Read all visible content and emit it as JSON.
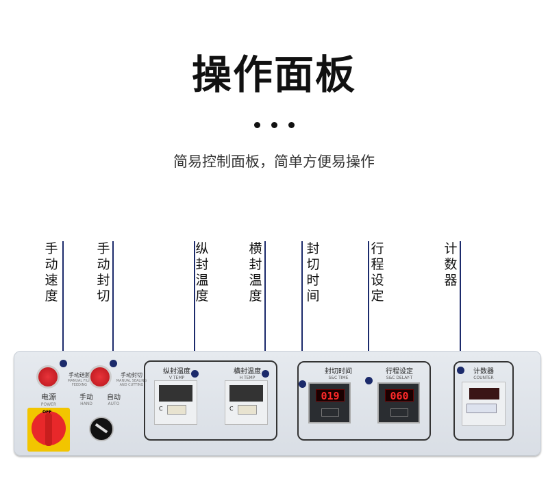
{
  "title": "操作面板",
  "subtitle": "简易控制面板，简单方便易操作",
  "callouts": [
    "手动速度",
    "手动封切",
    "纵封温度",
    "横封温度",
    "封切时间",
    "行程设定",
    "计数器"
  ],
  "panel": {
    "power": {
      "cn": "电源",
      "en": "POWER"
    },
    "btn1": {
      "cn": "手动送膜",
      "en": "MANUAL FILM FEEDING"
    },
    "btn2": {
      "cn": "手动封切",
      "en": "MANUAL SEALING AND CUTTING"
    },
    "hand": {
      "cn": "手动",
      "en": "HAND"
    },
    "auto": {
      "cn": "自动",
      "en": "AUTO"
    },
    "vtemp": {
      "cn": "纵封温度",
      "en": "V TEMP"
    },
    "htemp": {
      "cn": "横封温度",
      "en": "H TEMP"
    },
    "sctime": {
      "cn": "封切时间",
      "en": "S&C TIME",
      "display": "019"
    },
    "delay": {
      "cn": "行程设定",
      "en": "S&C DELAY-T",
      "display": "060"
    },
    "counter": {
      "cn": "计数器",
      "en": "COUNTER"
    },
    "off_label": "OFF",
    "temp_unit": "C"
  },
  "colors": {
    "accent": "#1b2a6b",
    "button": "#d8232a",
    "switch": "#f2c500"
  }
}
